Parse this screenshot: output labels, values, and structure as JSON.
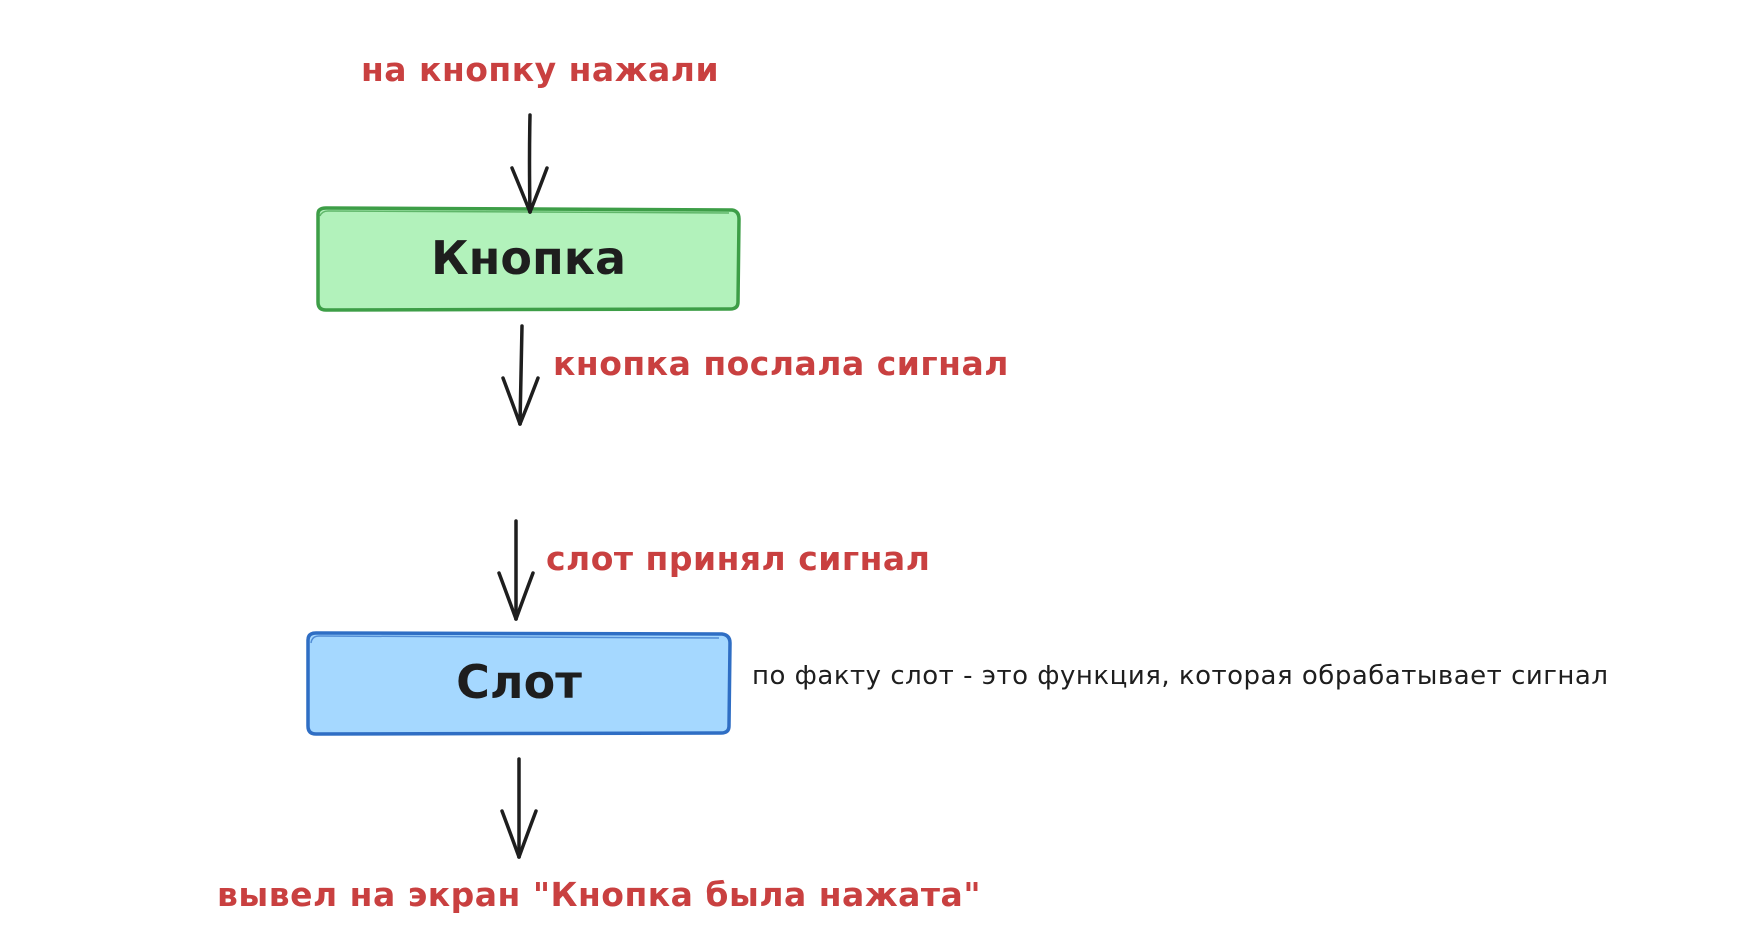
{
  "diagram": {
    "title": "",
    "nodes": [
      {
        "id": "button",
        "label": "Кнопка",
        "fill": "#b2f2bb",
        "stroke": "#3d9e47"
      },
      {
        "id": "slot",
        "label": "Слот",
        "fill": "#a5d8ff",
        "stroke": "#2f6ec4"
      }
    ],
    "annotations": {
      "button_pressed": "на кнопку нажали",
      "button_sent_signal": "кнопка послала сигнал",
      "slot_received_signal": "слот принял сигнал",
      "slot_note": "по факту слот - это функция, которая обрабатывает сигнал",
      "output": "вывел на экран \"Кнопка была нажата\""
    },
    "colors": {
      "annotation_text": "#c94040",
      "arrow": "#1e1e1e",
      "note_text": "#1e1e1e"
    },
    "edges": [
      {
        "from": "start",
        "to": "button",
        "label_key": "button_pressed"
      },
      {
        "from": "button",
        "to": "signal",
        "label_key": "button_sent_signal"
      },
      {
        "from": "signal",
        "to": "slot",
        "label_key": "slot_received_signal"
      },
      {
        "from": "slot",
        "to": "output",
        "label_key": "output"
      }
    ]
  }
}
